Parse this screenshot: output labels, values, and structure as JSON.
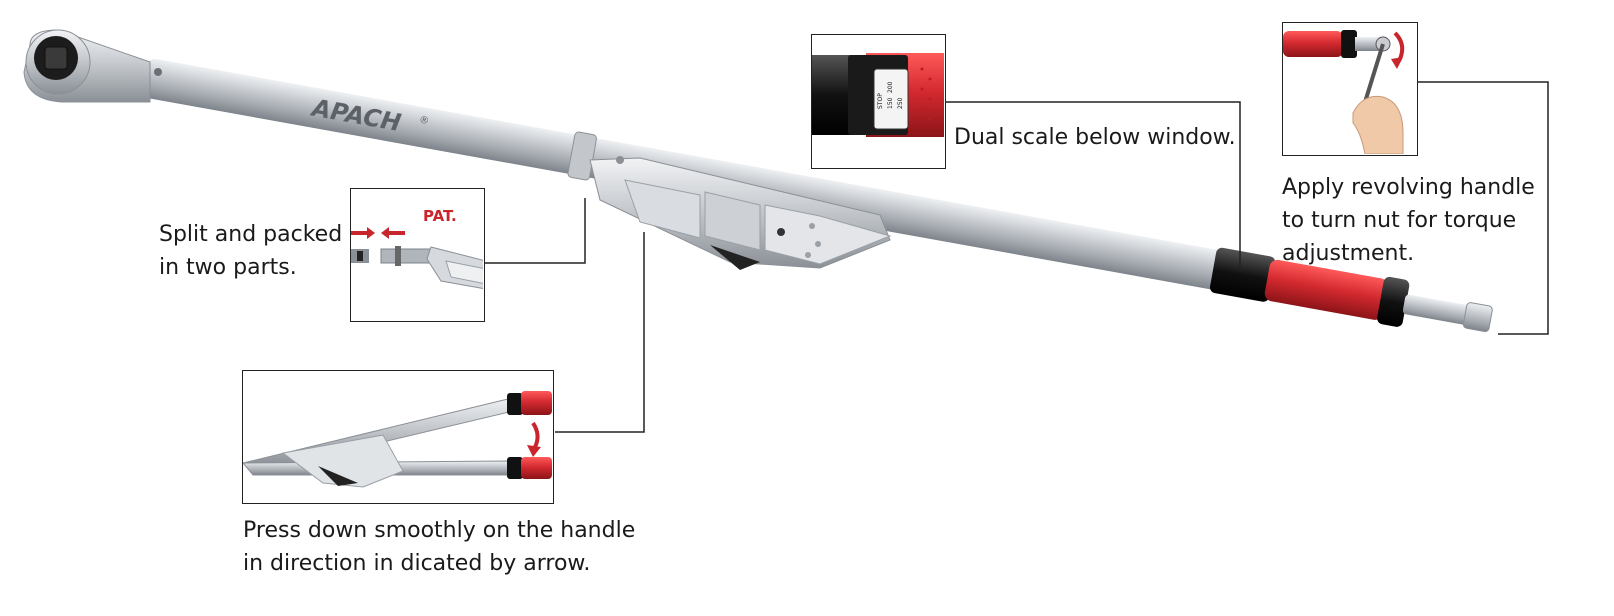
{
  "brand": {
    "logo_text": "APACH",
    "registered_mark": "®"
  },
  "callouts": {
    "split": {
      "lines": [
        "Split and packed",
        "in two parts."
      ],
      "inset_badge": "PAT."
    },
    "press": {
      "lines": [
        "Press down smoothly on the handle",
        "in direction in dicated by arrow."
      ]
    },
    "dual_scale": {
      "lines": [
        "Dual scale below  window."
      ],
      "scale_window": [
        "STOP",
        "150",
        "200",
        "250"
      ]
    },
    "revolving": {
      "lines": [
        "Apply revolving handle",
        "to turn nut for torque",
        "adjustment."
      ]
    }
  },
  "colors": {
    "grip_red": "#d42a30",
    "tube_silver": "#b9bec4",
    "accent_red": "#c8262c",
    "line_dark": "#222222"
  }
}
